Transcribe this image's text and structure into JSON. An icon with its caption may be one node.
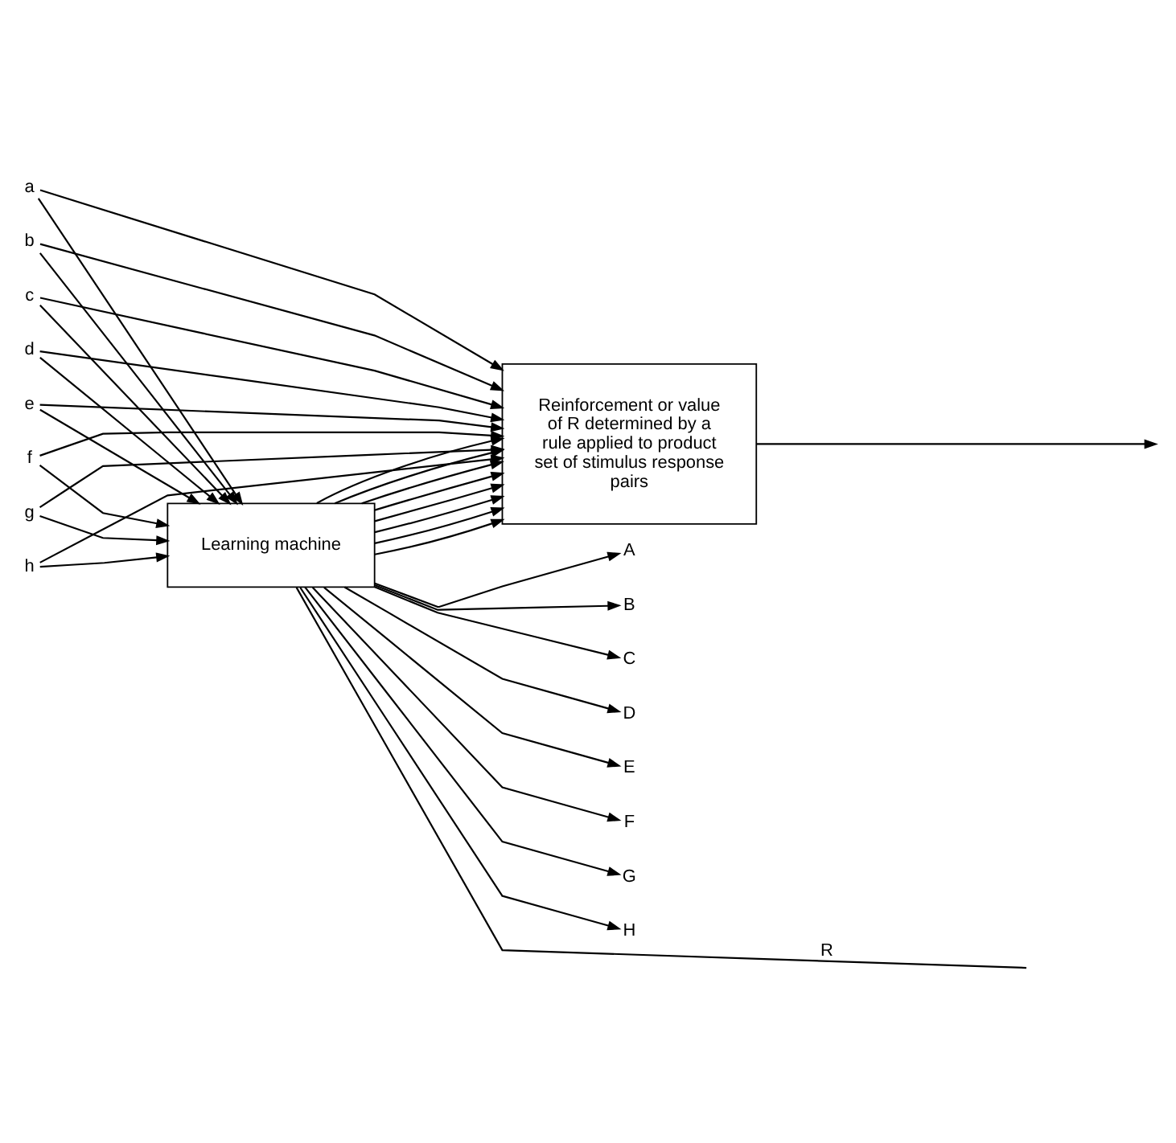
{
  "diagram": {
    "nodes": [
      {
        "text": [
          "Reinforcement or value of R determined by a rule applied to product set of stimulus response pairs"
        ]
      },
      {
        "text": [
          "Learning machine"
        ]
      },
      {
        "text": [
          "a"
        ]
      },
      {
        "text": [
          "b"
        ]
      },
      {
        "text": [
          "c"
        ]
      },
      {
        "text": [
          "d"
        ]
      },
      {
        "text": [
          "e"
        ]
      },
      {
        "text": [
          "f"
        ]
      },
      {
        "text": [
          "g"
        ]
      },
      {
        "text": [
          "h"
        ]
      },
      {
        "text": [
          "A"
        ]
      },
      {
        "text": [
          "B"
        ]
      },
      {
        "text": [
          "C"
        ]
      },
      {
        "text": [
          "D"
        ]
      },
      {
        "text": [
          "E"
        ]
      },
      {
        "text": [
          "F"
        ]
      },
      {
        "text": [
          "G"
        ]
      },
      {
        "text": [
          "H"
        ]
      }
    ],
    "edges": [
      {
        "from": 2,
        "to": 1,
        "arrow": "to"
      },
      {
        "from": 3,
        "to": 1,
        "arrow": "to"
      },
      {
        "from": 4,
        "to": 1,
        "arrow": "to"
      },
      {
        "from": 5,
        "to": 1,
        "arrow": "to"
      },
      {
        "from": 6,
        "to": 1,
        "arrow": "to"
      },
      {
        "from": 7,
        "to": 1,
        "arrow": "to"
      },
      {
        "from": 8,
        "to": 1,
        "arrow": "to"
      },
      {
        "from": 9,
        "to": 1,
        "arrow": "to"
      },
      {
        "from": 2,
        "to": 0,
        "arrow": "to"
      },
      {
        "from": 3,
        "to": 0,
        "arrow": "to"
      },
      {
        "from": 4,
        "to": 0,
        "arrow": "to"
      },
      {
        "from": 5,
        "to": 0,
        "arrow": "to"
      },
      {
        "from": 6,
        "to": 0,
        "arrow": "to"
      },
      {
        "from": 7,
        "to": 0,
        "arrow": "to"
      },
      {
        "from": 8,
        "to": 0,
        "arrow": "to"
      },
      {
        "from": 9,
        "to": 0,
        "arrow": "to"
      },
      {
        "from": 1,
        "to": 10,
        "arrow": "to"
      },
      {
        "from": 1,
        "to": 11,
        "arrow": "to"
      },
      {
        "from": 1,
        "to": 12,
        "arrow": "to"
      },
      {
        "from": 1,
        "to": 13,
        "arrow": "to"
      },
      {
        "from": 1,
        "to": 14,
        "arrow": "to"
      },
      {
        "from": 1,
        "to": 15,
        "arrow": "to"
      },
      {
        "from": 1,
        "to": 16,
        "arrow": "to"
      },
      {
        "from": 1,
        "to": 17,
        "arrow": "to"
      },
      {
        "from": 1,
        "to": 0,
        "arrow": "to"
      },
      {
        "from": 1,
        "to": 0,
        "arrow": "to"
      },
      {
        "from": 1,
        "to": 0,
        "arrow": "to"
      },
      {
        "from": 1,
        "to": 0,
        "arrow": "to"
      },
      {
        "from": 1,
        "to": 0,
        "arrow": "to"
      },
      {
        "from": 1,
        "to": 0,
        "arrow": "to"
      },
      {
        "from": 1,
        "to": 0,
        "arrow": "to"
      },
      {
        "from": 1,
        "to": 0,
        "arrow": "to"
      },
      {
        "from": 0,
        "to": null,
        "arrow": "to"
      },
      {
        "from": 1,
        "to": null,
        "arrow": "none",
        "label": "R"
      }
    ]
  }
}
